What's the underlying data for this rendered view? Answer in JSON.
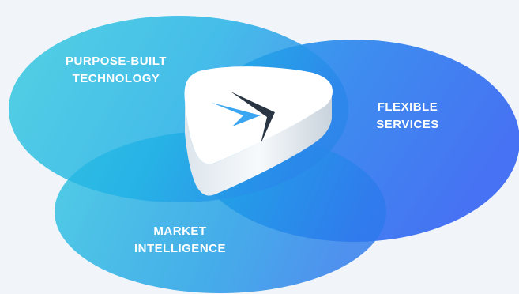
{
  "diagram": {
    "circles": [
      {
        "name": "purpose-built-technology",
        "lines": [
          "PURPOSE-BUILT",
          "TECHNOLOGY"
        ]
      },
      {
        "name": "flexible-services",
        "lines": [
          "FLEXIBLE",
          "SERVICES"
        ]
      },
      {
        "name": "market-intelligence",
        "lines": [
          "MARKET",
          "INTELLIGENCE"
        ]
      }
    ],
    "center_logo": "arrow-chevron-logo",
    "colors": {
      "background": "#f1f5f9",
      "circle_light": "#2fc6e0",
      "circle_mid": "#1aa8e6",
      "circle_deep": "#2b6ef0",
      "logo_dark": "#2b3644",
      "logo_blue": "#3aa6f2"
    }
  }
}
